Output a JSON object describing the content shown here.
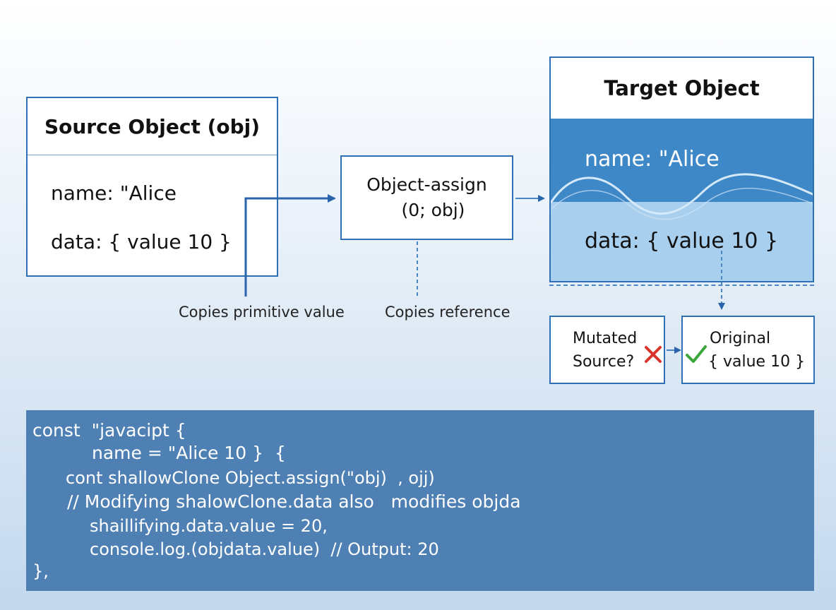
{
  "source": {
    "title": "Source Object (obj)",
    "name_line": "name: \"Alice",
    "data_line": "data: { value 10 }"
  },
  "assign": {
    "line1": "Object-assign",
    "line2": "(0; obj)"
  },
  "target": {
    "title": "Target Object",
    "name_line": "name: \"Alice",
    "data_line": "data: { value 10 }"
  },
  "captions": {
    "primitive": "Copies primitive value",
    "reference": "Copies reference"
  },
  "mutated": {
    "line1": "Mutated",
    "line2": "Source?"
  },
  "original": {
    "line1": "Original",
    "line2": "{ value 10 }"
  },
  "code": {
    "lines": [
      "const  \"javacipt {",
      "name = \"Alice 10 }  {",
      "cont shallowClone Object.assign(\"obj)  , ojj)",
      "// Modifying shalowClone.data also   modifies objda",
      "shaillifying.data.value = 20,",
      "console.log.(objdata.value)  // Output: 20",
      "},"
    ]
  },
  "colors": {
    "border": "#2f6fb5",
    "target_band_dark": "#3e88c8",
    "target_band_light": "#a8d0ee",
    "code_bg": "#4f80b4",
    "cross": "#d9342b",
    "check": "#3aa53a"
  },
  "icons": [
    "cross-icon",
    "check-icon",
    "arrow-icon"
  ]
}
